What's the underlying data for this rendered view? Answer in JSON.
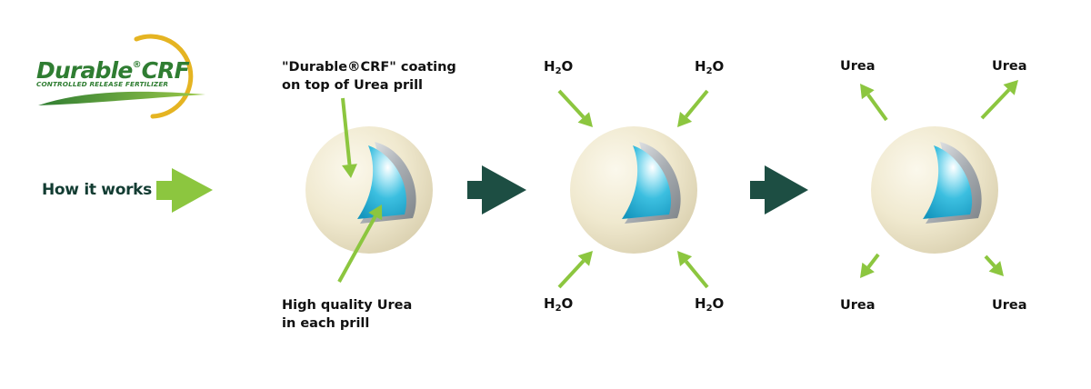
{
  "logo": {
    "brand": "Durable",
    "mark": "®",
    "suffix": "CRF",
    "tagline": "CONTROLLED RELEASE FERTILIZER"
  },
  "intro_label": "How it works",
  "stage1": {
    "coating_line1": "\"Durable®CRF\" coating",
    "coating_line2": "on top of Urea prill",
    "urea_line1": "High quality Urea",
    "urea_line2": "in each prill"
  },
  "stage2": {
    "water_base": "H",
    "water_sub": "2",
    "water_tail": "O"
  },
  "stage3": {
    "output": "Urea"
  },
  "colors": {
    "logo_green": "#2f7d32",
    "logo_ring": "#e5b422",
    "arrow_lime": "#8cc63f",
    "arrow_dark": "#1d4e43",
    "heading_dark": "#123c32",
    "prill_cream": "#eee7cc",
    "core_blue": "#2fb6d8",
    "rim_silver": "#b8bcc0"
  }
}
